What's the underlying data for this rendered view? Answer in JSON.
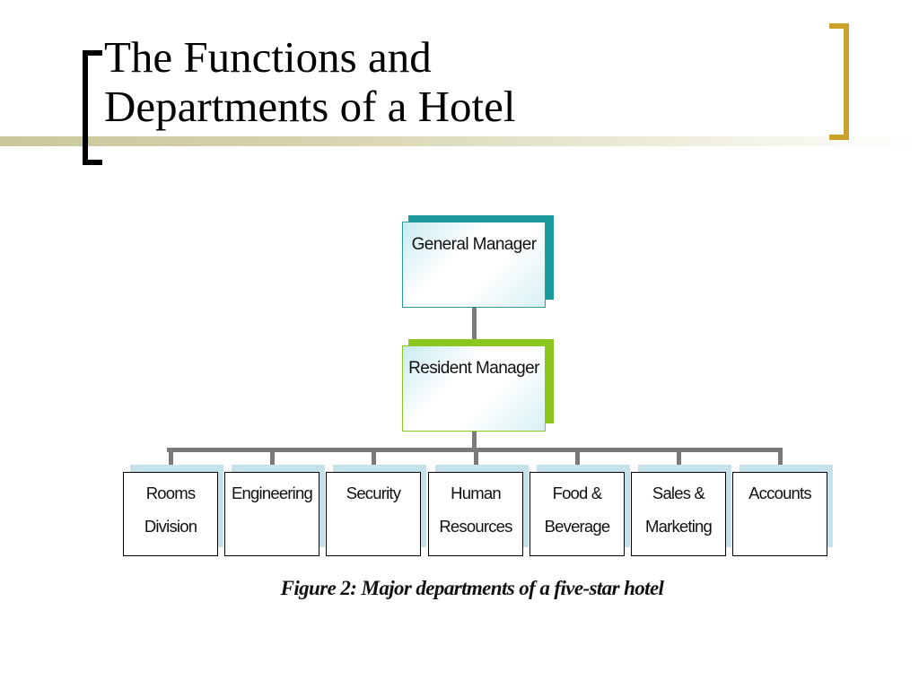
{
  "slide": {
    "title_lines": [
      "The Functions and",
      "Departments of a Hotel"
    ],
    "accent_color": "#c9a22d",
    "stripe_color": "#c9c79a"
  },
  "org_chart": {
    "top": {
      "label": "General Manager",
      "shadow_color": "#1a9a9a"
    },
    "second": {
      "label": "Resident Manager",
      "shadow_color": "#8cc61f"
    },
    "departments": [
      {
        "lines": [
          "Rooms",
          "Division"
        ]
      },
      {
        "lines": [
          "Engineering"
        ]
      },
      {
        "lines": [
          "Security"
        ]
      },
      {
        "lines": [
          "Human",
          "Resources"
        ]
      },
      {
        "lines": [
          "Food &",
          "Beverage"
        ]
      },
      {
        "lines": [
          "Sales &",
          "Marketing"
        ]
      },
      {
        "lines": [
          "Accounts"
        ]
      }
    ],
    "caption": "Figure 2: Major departments of a five-star hotel"
  }
}
